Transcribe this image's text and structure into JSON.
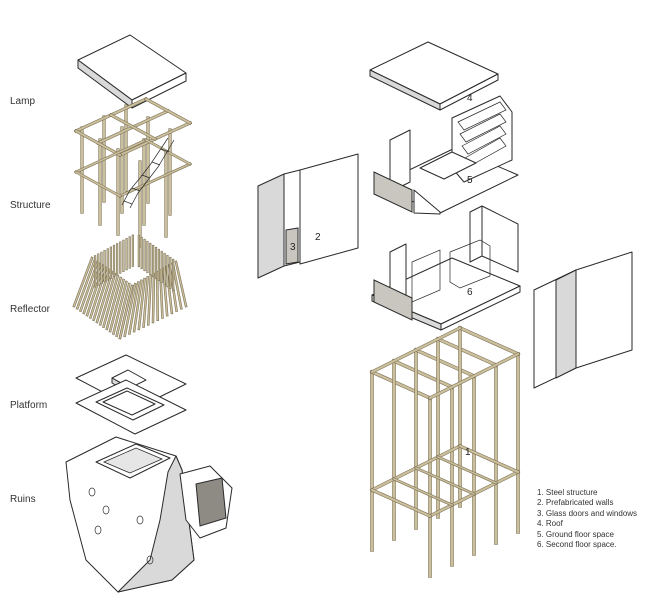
{
  "component_labels": {
    "lamp": "Lamp",
    "structure": "Structure",
    "reflector": "Reflector",
    "platform": "Platform",
    "ruins": "Ruins"
  },
  "callout_numbers": {
    "n1": "1",
    "n2": "2",
    "n3": "3",
    "n4": "4",
    "n5": "5",
    "n6": "6"
  },
  "legend": [
    "1. Steel structure",
    "2. Prefabricated walls",
    "3. Glass doors and windows",
    "4. Roof",
    "5. Ground floor space",
    "6. Second floor space."
  ],
  "colors": {
    "wood": "#cbbf9c",
    "wood_stroke": "#7d7358",
    "line": "#2a2a2a",
    "shade": "#d9d9d9",
    "glass": "#c9c6c0"
  }
}
